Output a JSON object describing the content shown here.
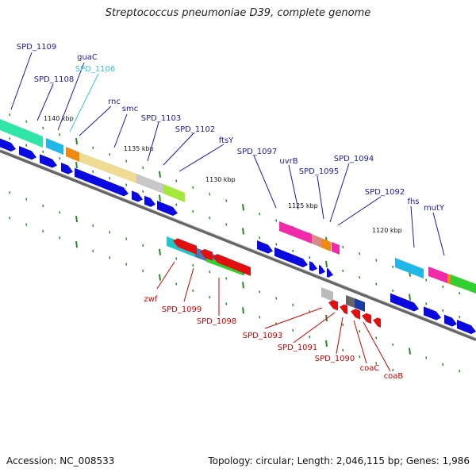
{
  "title": "Streptococcus pneumoniae D39, complete genome",
  "footer": {
    "accession": "Accession: NC_008533",
    "summary": "Topology: circular; Length: 2,046,115 bp; Genes: 1,986"
  },
  "colors": {
    "forward_label": "#1a1aa6",
    "reverse_label": "#cc0000",
    "highlight_label": "#33c6e6",
    "tick": "#2a8a2a",
    "backbone": "#7f7f7f",
    "cds": "#0a0ae0",
    "reverse_gene": "#e01010"
  },
  "scale_labels": [
    "1140 kbp",
    "1135 kbp",
    "1130 kbp",
    "1125 kbp",
    "1120 kbp"
  ],
  "forward_genes": [
    "SPD_1109",
    "SPD_1108",
    "guaC",
    "SPD_1106",
    "rnc",
    "smc",
    "SPD_1103",
    "SPD_1102",
    "ftsY",
    "SPD_1097",
    "uvrB",
    "SPD_1095",
    "SPD_1094",
    "SPD_1092",
    "fhs",
    "mutY"
  ],
  "reverse_genes": [
    "zwf",
    "SPD_1099",
    "SPD_1098",
    "SPD_1093",
    "SPD_1091",
    "SPD_1090",
    "coaC",
    "coaB"
  ]
}
